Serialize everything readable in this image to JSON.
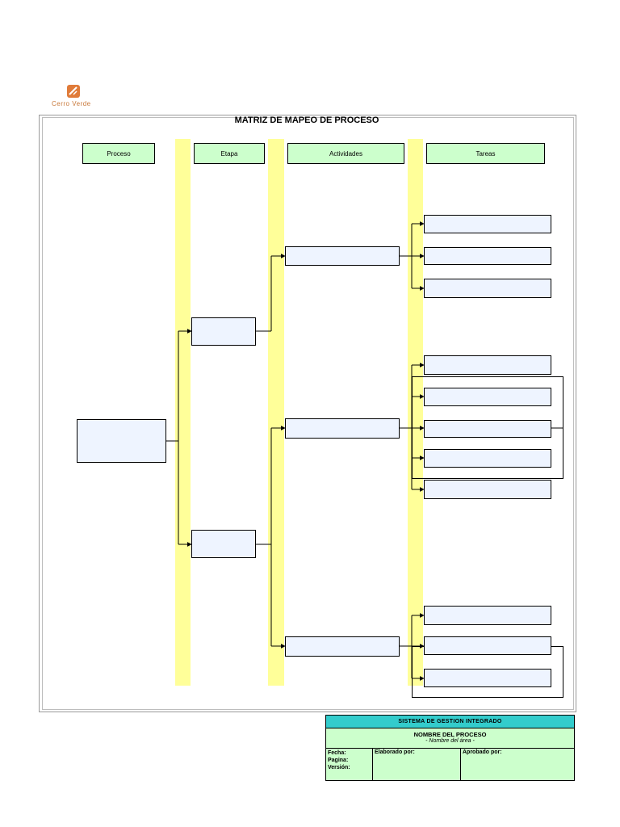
{
  "logo": {
    "text": "Cerro Verde",
    "color": "#e07b39"
  },
  "title": "MATRIZ DE MAPEO DE PROCESO",
  "columns": [
    "Proceso",
    "Etapa",
    "Actividades",
    "Tareas"
  ],
  "colors": {
    "header_fill": "#ccffcc",
    "band": "#ffff99",
    "box_fill": "#eef4ff",
    "footer_header": "#33cccc"
  },
  "footer": {
    "system": "SISTEMA DE GESTION INTEGRADO",
    "process_name": "NOMBRE DEL PROCESO",
    "area": "- Nombre del área -",
    "fecha": "Fecha:",
    "pagina": "Pagina:",
    "version": "Versión:",
    "elaborado": "Elaborado por:",
    "aprobado": "Aprobado por:"
  }
}
